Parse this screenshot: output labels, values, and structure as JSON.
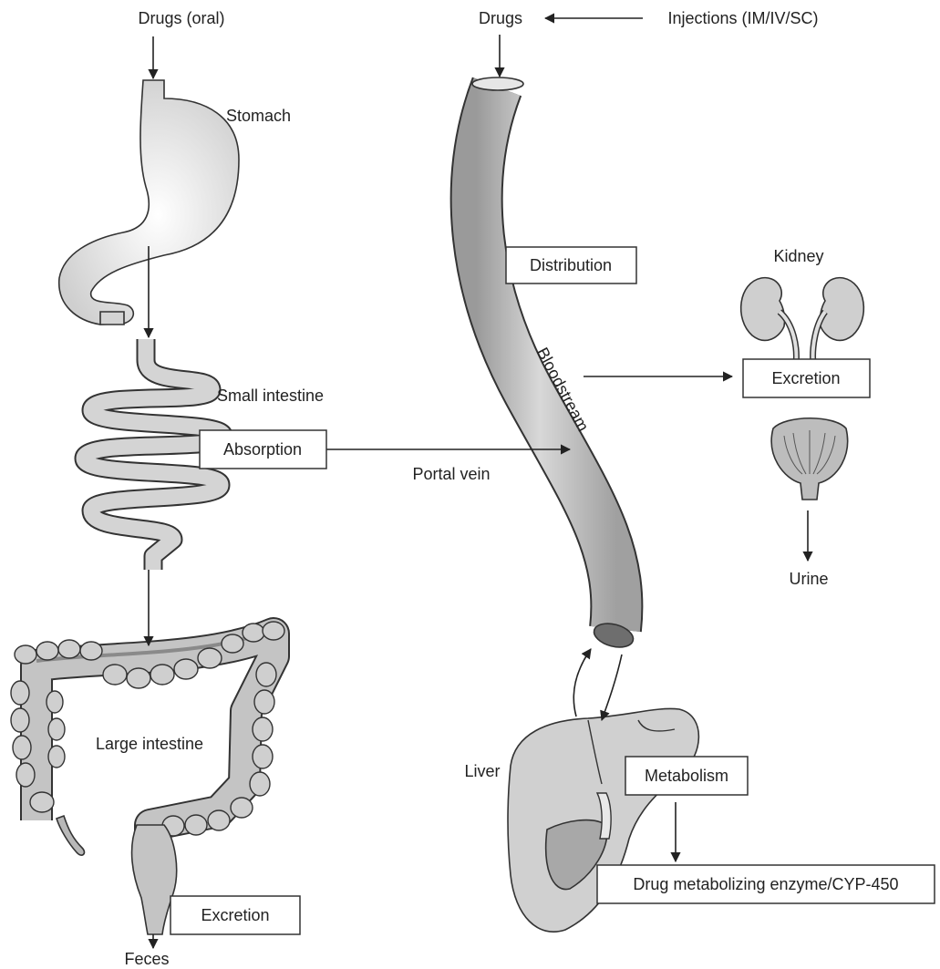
{
  "labels": {
    "drugs_oral": "Drugs (oral)",
    "drugs": "Drugs",
    "injections": "Injections (IM/IV/SC)",
    "stomach": "Stomach",
    "small_intestine": "Small intestine",
    "absorption": "Absorption",
    "portal_vein": "Portal vein",
    "distribution": "Distribution",
    "bloodstream": "Bloodstream",
    "kidney": "Kidney",
    "excretion_kidney": "Excretion",
    "urine": "Urine",
    "large_intestine": "Large intestine",
    "excretion_feces": "Excretion",
    "feces": "Feces",
    "liver": "Liver",
    "metabolism": "Metabolism",
    "enzyme": "Drug metabolizing enzyme/CYP-450"
  },
  "colors": {
    "organ_fill": "#d4d4d4",
    "organ_dark": "#a8a8a8",
    "stroke": "#333333",
    "background": "#ffffff"
  }
}
